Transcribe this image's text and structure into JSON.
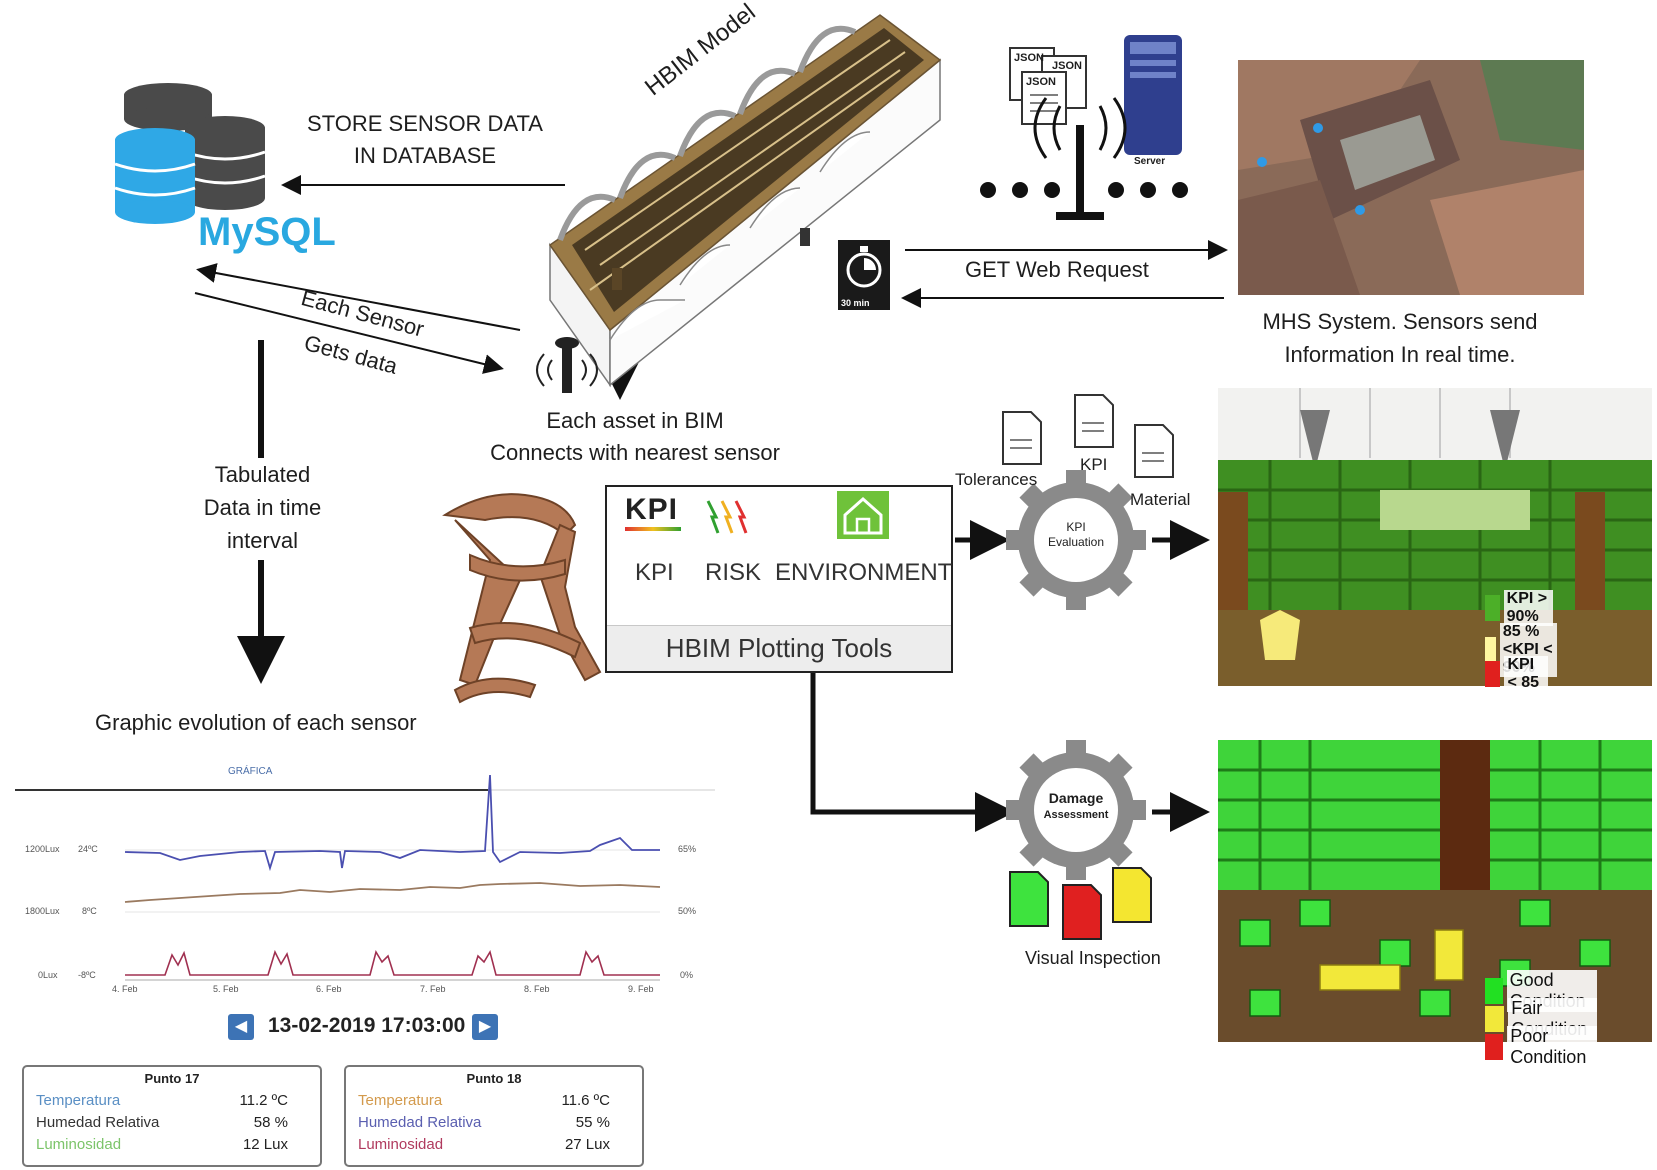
{
  "labels": {
    "store_sensor_line1": "STORE SENSOR DATA",
    "store_sensor_line2": "IN DATABASE",
    "hbim_model": "HBIM Model",
    "mysql": "MySQL",
    "each_sensor": "Each Sensor",
    "gets_data": "Gets data",
    "each_asset_line1": "Each asset in BIM",
    "each_asset_line2": "Connects with nearest sensor",
    "tabulated_line1": "Tabulated",
    "tabulated_line2": "Data in time",
    "tabulated_line3": "interval",
    "graphic_evolution": "Graphic evolution of each sensor",
    "get_web_request": "GET Web Request",
    "mhs_line1": "MHS System. Sensors send",
    "mhs_line2": "Information In real time.",
    "timer": "30 min",
    "server": "Server",
    "json": "JSON",
    "tolerances": "Tolerances",
    "kpi_doc": "KPI",
    "material": "Material",
    "kpi_evaluation_line1": "KPI",
    "kpi_evaluation_line2": "Evaluation",
    "damage_line1": "Damage",
    "damage_line2": "Assessment",
    "visual_inspection": "Visual Inspection"
  },
  "plotting_tools": {
    "title": "HBIM Plotting Tools",
    "kpi_logo": "KPI",
    "tools": [
      "KPI",
      "RISK",
      "ENVIRONMENT"
    ]
  },
  "kpi_legend": [
    {
      "color": "#4caf28",
      "label": "KPI > 90%"
    },
    {
      "color": "#fff7a0",
      "label": "85 %<KPI < 90%"
    },
    {
      "color": "#e0201e",
      "label": "KPI < 85"
    }
  ],
  "condition_legend": [
    {
      "color": "#22e022",
      "label": "Good Condition"
    },
    {
      "color": "#f2e83a",
      "label": "Fair Condition"
    },
    {
      "color": "#e0201e",
      "label": "Poor Condition"
    }
  ],
  "graph": {
    "title": "GRÁFICA",
    "left_ticks": [
      {
        "lux": "1200Lux",
        "temp": "24ºC"
      },
      {
        "lux": "1800Lux",
        "temp": "8ºC"
      },
      {
        "lux": "0Lux",
        "temp": "-8ºC"
      }
    ],
    "right_ticks": [
      "65%",
      "50%",
      "0%"
    ],
    "x_ticks": [
      "4. Feb",
      "5. Feb",
      "6. Feb",
      "7. Feb",
      "8. Feb",
      "9. Feb"
    ],
    "date": "13-02-2019 17:03:00"
  },
  "cards": [
    {
      "title": "Punto 17",
      "rows": [
        {
          "label": "Temperatura",
          "value": "11.2 ºC",
          "color": "#5a8fc4"
        },
        {
          "label": "Humedad Relativa",
          "value": "58 %",
          "color": "#333333"
        },
        {
          "label": "Luminosidad",
          "value": "12 Lux",
          "color": "#7cc46a"
        }
      ]
    },
    {
      "title": "Punto 18",
      "rows": [
        {
          "label": "Temperatura",
          "value": "11.6 ºC",
          "color": "#d39a4c"
        },
        {
          "label": "Humedad Relativa",
          "value": "55 %",
          "color": "#5a5fb0"
        },
        {
          "label": "Luminosidad",
          "value": "27 Lux",
          "color": "#b03a5e"
        }
      ]
    }
  ]
}
